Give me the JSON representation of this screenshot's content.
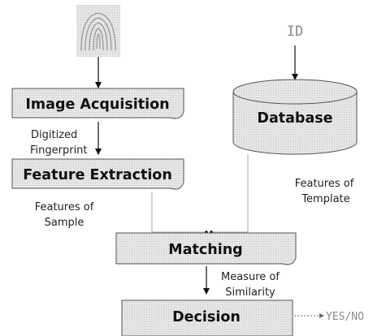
{
  "nodes": {
    "image_acquisition": "Image Acquisition",
    "feature_extraction": "Feature Extraction",
    "database": "Database",
    "matching": "Matching",
    "decision": "Decision"
  },
  "inputs": {
    "id": "ID"
  },
  "output": "YES/NO",
  "edge_labels": {
    "digitized": [
      "Digitized",
      "Fingerprint"
    ],
    "sample_features": [
      "Features of",
      "Sample"
    ],
    "template_features": [
      "Features of",
      "Template"
    ],
    "similarity": [
      "Measure of",
      "Similarity"
    ]
  },
  "icons": {
    "fingerprint": "fingerprint-icon"
  }
}
